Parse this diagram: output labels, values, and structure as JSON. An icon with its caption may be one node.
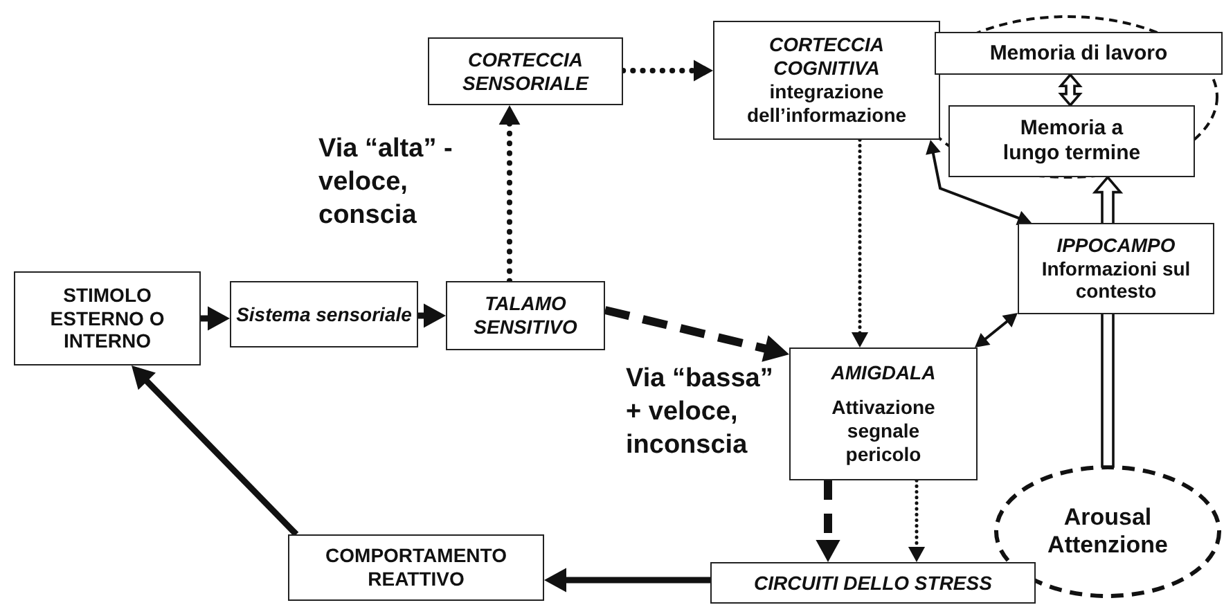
{
  "diagram": {
    "nodes": [
      {
        "text": [
          "STIMOLO ESTERNO O INTERNO"
        ]
      },
      {
        "text": [
          "Sistema sensoriale"
        ]
      },
      {
        "text": [
          "TALAMO SENSITIVO"
        ]
      },
      {
        "text": [
          "CORTECCIA SENSORIALE"
        ]
      },
      {
        "text": [
          "CORTECCIA COGNITIVA",
          "integrazione dell’informazione"
        ]
      },
      {
        "text": [
          "Memoria di lavoro"
        ]
      },
      {
        "text": [
          "Memoria a lungo termine"
        ]
      },
      {
        "text": [
          "IPPOCAMPO",
          "Informazioni sul contesto"
        ]
      },
      {
        "text": [
          "AMIGDALA",
          "Attivazione segnale pericolo"
        ]
      },
      {
        "text": [
          "Arousal Attenzione"
        ]
      },
      {
        "text": [
          "CIRCUITI DELLO STRESS"
        ]
      },
      {
        "text": [
          "COMPORTAMENTO REATTIVO"
        ]
      }
    ],
    "edges": [
      {
        "from": 0,
        "to": 1,
        "arrow": "to"
      },
      {
        "from": 1,
        "to": 2,
        "arrow": "to"
      },
      {
        "from": 2,
        "to": 3,
        "arrow": "to",
        "style": "dashed",
        "label": "Via “alta” - veloce, conscia"
      },
      {
        "from": 3,
        "to": 4,
        "arrow": "to",
        "style": "dashed"
      },
      {
        "from": 4,
        "to": 8,
        "arrow": "to",
        "style": "dashed"
      },
      {
        "from": 2,
        "to": 8,
        "arrow": "to",
        "style": "dashed",
        "label": "Via “bassa” + veloce, inconscia"
      },
      {
        "from": 4,
        "to": 7,
        "arrow": "both"
      },
      {
        "from": 8,
        "to": 7,
        "arrow": "both"
      },
      {
        "from": 8,
        "to": 10,
        "arrow": "to",
        "style": "dashed"
      },
      {
        "from": 8,
        "to": 10,
        "arrow": "to",
        "style": "dashed"
      },
      {
        "from": 9,
        "to": 6,
        "arrow": "to",
        "style": "thick"
      },
      {
        "from": 5,
        "to": 6,
        "arrow": "both"
      },
      {
        "from": 10,
        "to": 11,
        "arrow": "to"
      },
      {
        "from": 11,
        "to": 0,
        "arrow": "to"
      }
    ]
  }
}
